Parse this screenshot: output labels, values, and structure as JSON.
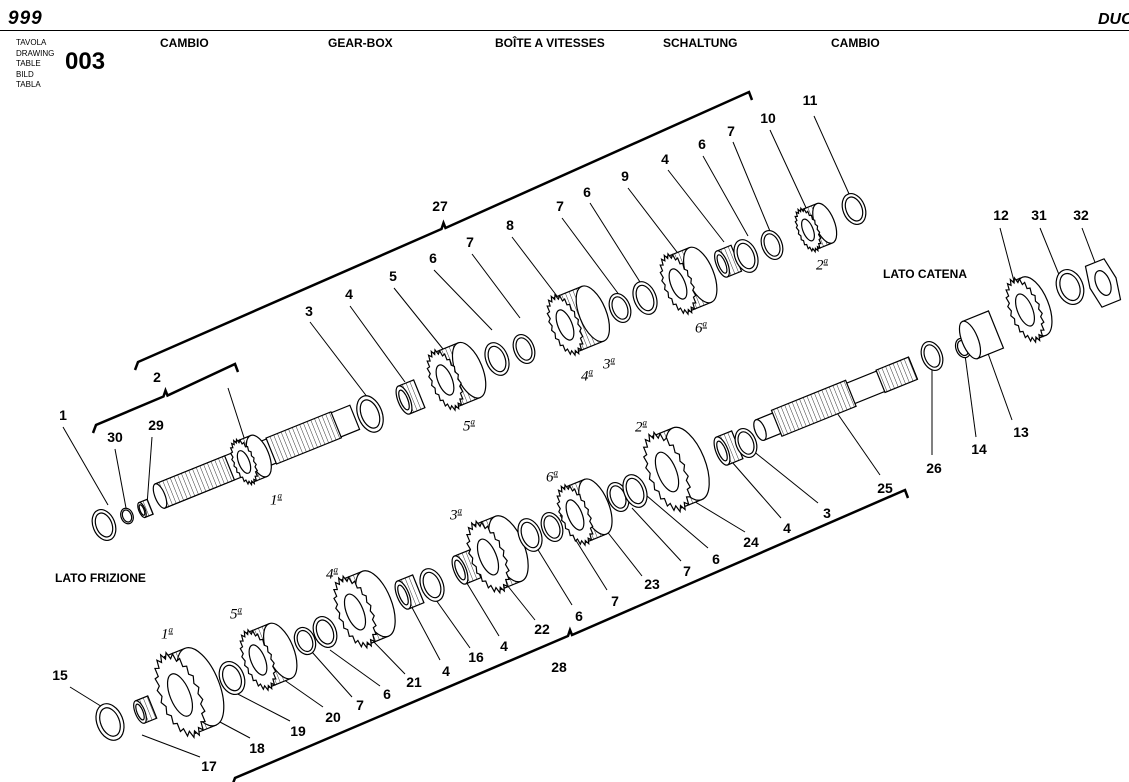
{
  "header": {
    "model": "999",
    "brand": "DUC",
    "table_words": [
      "TAVOLA",
      "DRAWING",
      "TABLE",
      "BILD",
      "TABLA"
    ],
    "table_number": "003",
    "titles": [
      "CAMBIO",
      "GEAR-BOX",
      "BOÎTE A VITESSES",
      "SCHALTUNG",
      "CAMBIO"
    ]
  },
  "side_labels": {
    "chain_side": "LATO  CATENA",
    "clutch_side": "LATO FRIZIONE"
  },
  "gear_marks": {
    "upper": [
      "1",
      "5",
      "4",
      "3",
      "6",
      "2"
    ],
    "lower": [
      "1",
      "5",
      "4",
      "3",
      "6",
      "2"
    ],
    "suffix": "a"
  },
  "part_labels": {
    "upper": [
      "1",
      "30",
      "29",
      "2",
      "3",
      "4",
      "5",
      "6",
      "7",
      "8",
      "7",
      "6",
      "9",
      "4",
      "6",
      "7",
      "10",
      "11",
      "27"
    ],
    "right": [
      "12",
      "31",
      "32",
      "13",
      "14",
      "26",
      "25"
    ],
    "lower": [
      "15",
      "17",
      "18",
      "19",
      "20",
      "7",
      "6",
      "21",
      "4",
      "16",
      "4",
      "22",
      "6",
      "7",
      "23",
      "7",
      "6",
      "24",
      "4",
      "3",
      "28"
    ]
  }
}
